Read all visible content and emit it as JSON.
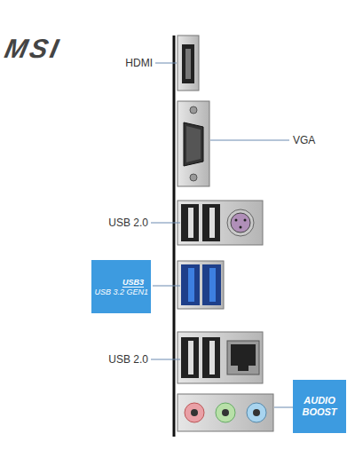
{
  "diagram": {
    "nodes": [
      {
        "text": [
          "USB3",
          "USB 3.2 GEN1"
        ]
      },
      {
        "text": [
          "AUDIO BOOST"
        ]
      }
    ],
    "labels": [
      "MSI",
      "HDMI",
      "VGA",
      "USB 2.0",
      "USB 2.0"
    ]
  }
}
